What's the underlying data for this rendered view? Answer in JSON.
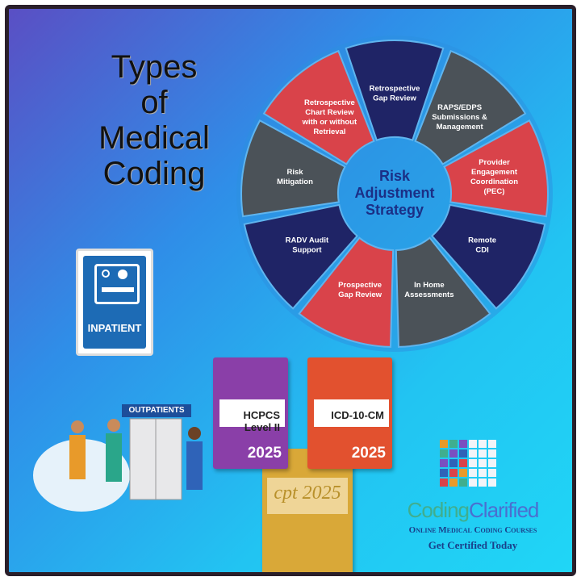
{
  "title": [
    "Types",
    "of",
    "Medical",
    "Coding"
  ],
  "wheel": {
    "center": [
      "Risk",
      "Adjustment",
      "Strategy"
    ],
    "segments": [
      {
        "label": [
          "Retrospective",
          "Gap Review"
        ],
        "color": "#1f2466"
      },
      {
        "label": [
          "RAPS/EDPS",
          "Submissions &",
          "Management"
        ],
        "color": "#4b5258"
      },
      {
        "label": [
          "Provider",
          "Engagement",
          "Coordination",
          "(PEC)"
        ],
        "color": "#d9434a"
      },
      {
        "label": [
          "Remote",
          "CDI"
        ],
        "color": "#1f2466"
      },
      {
        "label": [
          "In Home",
          "Assessments"
        ],
        "color": "#4b5258"
      },
      {
        "label": [
          "Prospective",
          "Gap Review"
        ],
        "color": "#d9434a"
      },
      {
        "label": [
          "RADV Audit",
          "Support"
        ],
        "color": "#1f2466"
      },
      {
        "label": [
          "Risk",
          "Mitigation"
        ],
        "color": "#4b5258"
      },
      {
        "label": [
          "Retrospective",
          "Chart Review",
          "with or without",
          "Retrieval"
        ],
        "color": "#d9434a"
      }
    ]
  },
  "inpatient_sign": "INPATIENT",
  "outpatient_sign": "OUTPATIENTS",
  "books": {
    "hcpcs": {
      "title": "HCPCS Level II",
      "year": "2025"
    },
    "icd": {
      "title": "ICD-10-CM",
      "year": "2025"
    },
    "cpt": {
      "title": "cpt 2025"
    }
  },
  "brand": {
    "part1": "Coding",
    "part2": "Clarified",
    "tagline1": "Online Medical Coding Courses",
    "tagline2": "Get Certified Today"
  }
}
